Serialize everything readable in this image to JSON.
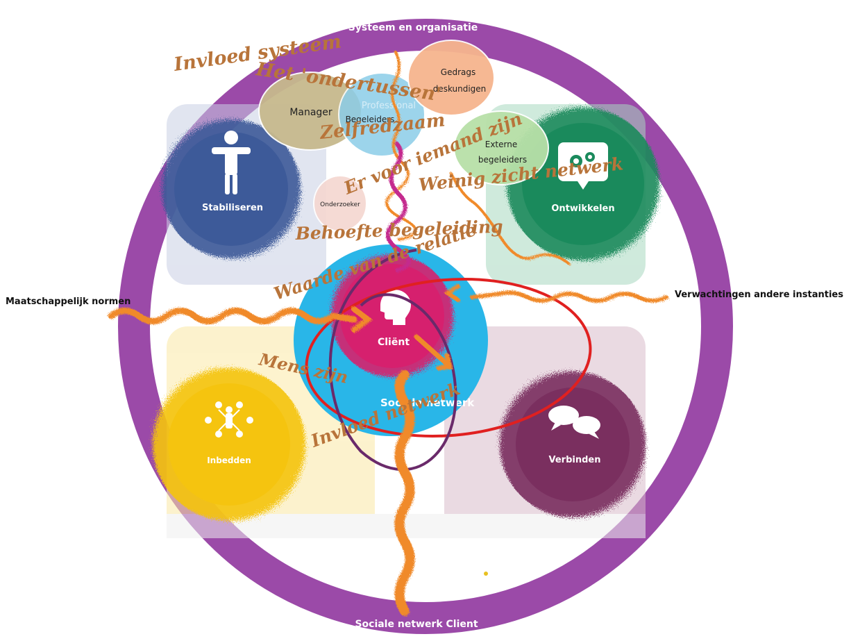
{
  "ring": {
    "top_label": "Systeem en organisatie",
    "bottom_label": "Sociale netwerk Client",
    "color": "#9b4aa8"
  },
  "side_labels": {
    "left": "Maatschappelijk normen",
    "right": "Verwachtingen andere instanties"
  },
  "quadrants": [
    {
      "id": "stabiliseren",
      "label": "Stabiliseren",
      "icon": "person-icon",
      "color": "#3d5a99"
    },
    {
      "id": "ontwikkelen",
      "label": "Ontwikkelen",
      "icon": "gear-bubble-icon",
      "color": "#1a8a5c"
    },
    {
      "id": "inbedden",
      "label": "Inbedden",
      "icon": "network-people-icon",
      "color": "#f5c40f"
    },
    {
      "id": "verbinden",
      "label": "Verbinden",
      "icon": "chat-bubbles-icon",
      "color": "#7a2f5f"
    }
  ],
  "center": {
    "client_label": "Cliënt",
    "social_label": "Sociale netwerk",
    "client_color": "#d6206e",
    "social_color": "#29b6e8"
  },
  "bubbles": [
    {
      "id": "manager",
      "label": "Manager"
    },
    {
      "id": "begeleiders",
      "label": "Begeleiders"
    },
    {
      "id": "professional",
      "label": "Professional"
    },
    {
      "id": "gedrags",
      "line1": "Gedrags",
      "line2": "deskundigen"
    },
    {
      "id": "externe",
      "line1": "Externe",
      "line2": "begeleiders"
    },
    {
      "id": "onderzoeker",
      "label": "Onderzoeker"
    }
  ],
  "annotations": [
    {
      "id": "invloed-systeem",
      "text": "Invloed systeem"
    },
    {
      "id": "ondertussen",
      "text": "Het 'ondertussen'"
    },
    {
      "id": "zelfredzaam",
      "text": "Zelfredzaam"
    },
    {
      "id": "er-voor-iemand",
      "text": "Er voor iemand zijn"
    },
    {
      "id": "weinig-zicht",
      "text": "Weinig zicht netwerk"
    },
    {
      "id": "behoefte",
      "text": "Behoefte begeleiding"
    },
    {
      "id": "waarde",
      "text": "Waarde van de relatie"
    },
    {
      "id": "mens-zijn",
      "text": "Mens zijn"
    },
    {
      "id": "invloed-netwerk",
      "text": "Invloed netwerk"
    }
  ],
  "colors": {
    "annotation": "#b8743a",
    "arrow": "#f08a2a",
    "red_ellipse": "#e02020",
    "purple_loop": "#6a2a6a"
  }
}
